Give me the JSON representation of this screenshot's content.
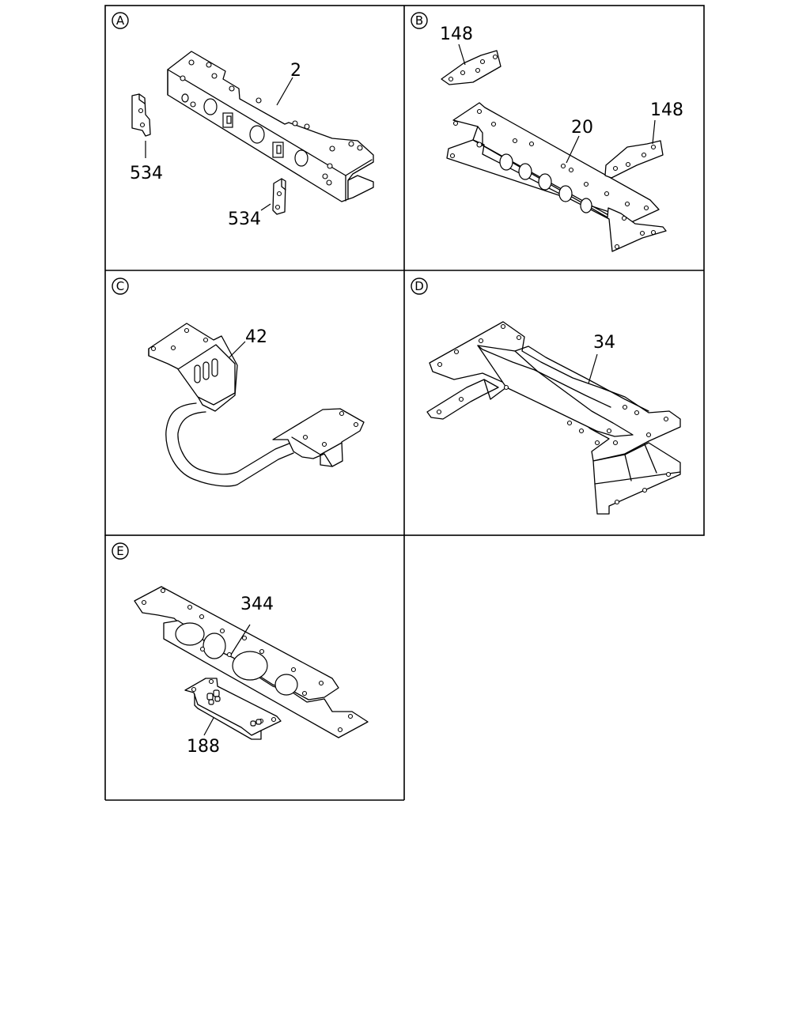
{
  "panels": [
    {
      "id": "A",
      "badge": "A",
      "callouts": [
        "2",
        "534",
        "534"
      ]
    },
    {
      "id": "B",
      "badge": "B",
      "callouts": [
        "148",
        "20",
        "148"
      ]
    },
    {
      "id": "C",
      "badge": "C",
      "callouts": [
        "42"
      ]
    },
    {
      "id": "D",
      "badge": "D",
      "callouts": [
        "34"
      ]
    },
    {
      "id": "E",
      "badge": "E",
      "callouts": [
        "344",
        "188"
      ]
    }
  ],
  "icons": {
    "part_2": "crossmember-icon",
    "part_534": "bracket-icon",
    "part_20": "crossmember-icon",
    "part_148": "gusset-plate-icon",
    "part_42": "crossmember-icon",
    "part_34": "crossmember-assembly-icon",
    "part_344": "crossmember-icon",
    "part_188": "bracket-icon"
  }
}
